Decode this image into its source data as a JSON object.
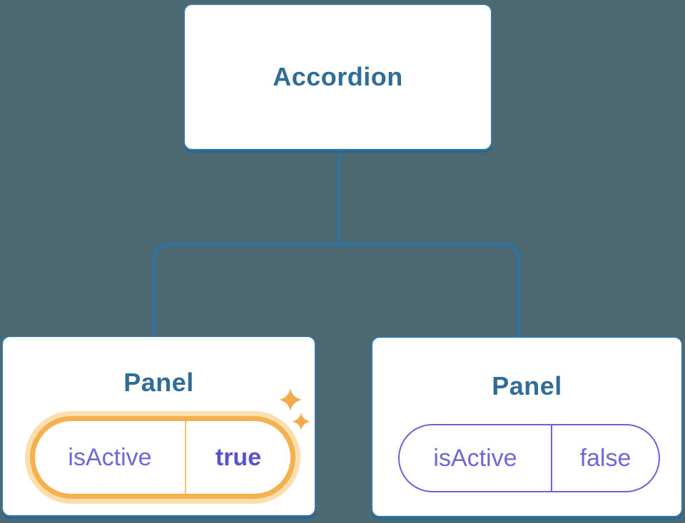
{
  "diagram": {
    "root_node": {
      "label": "Accordion"
    },
    "panels": [
      {
        "title": "Panel",
        "state": {
          "prop": "isActive",
          "value": "true"
        },
        "highlighted": true
      },
      {
        "title": "Panel",
        "state": {
          "prop": "isActive",
          "value": "false"
        },
        "highlighted": false
      }
    ]
  },
  "colors": {
    "background": "#4c6871",
    "node_fill": "#ffffff",
    "node_border": "#3b77a5",
    "node_shadow": "#2d6591",
    "connector": "#2d73a3",
    "node_label": "#2f6d98",
    "state_text": "#6e66d9",
    "state_value_bold": "#5852cc",
    "state_border": "#6a62d8",
    "active_ring": "#f6b04e",
    "active_halo": "#fbdfae",
    "active_divider": "#f5bd72",
    "sparkle": "#f4a94e"
  }
}
